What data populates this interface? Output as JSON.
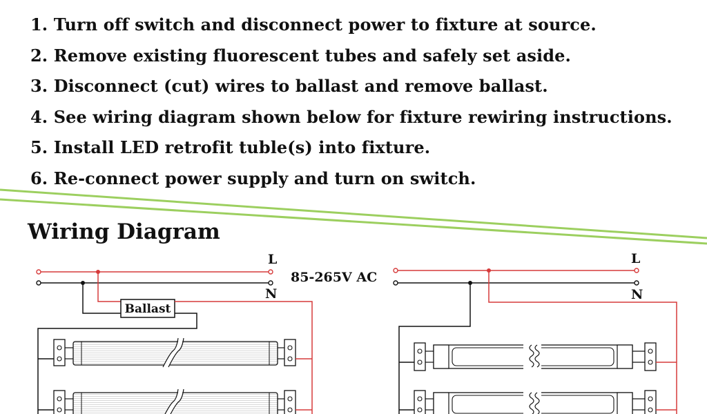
{
  "instructions": [
    "1. Turn off switch and disconnect power to fixture at source.",
    "2. Remove existing fluorescent tubes and safely set aside.",
    "3. Disconnect (cut) wires to ballast and remove ballast.",
    "4. See wiring diagram shown below for fixture rewiring instructions.",
    "5. Install LED retrofit tuble(s) into fixture.",
    "6. Re-connect power supply and turn on switch."
  ],
  "diagram": {
    "title": "Wiring Diagram",
    "voltage_label": "85-265V AC",
    "live_label": "L",
    "neutral_label": "N",
    "ballast_label": "Ballast"
  },
  "colors": {
    "live_wire": "#d63a3a",
    "neutral_wire": "#111111",
    "divider": "#9ccf5f"
  }
}
